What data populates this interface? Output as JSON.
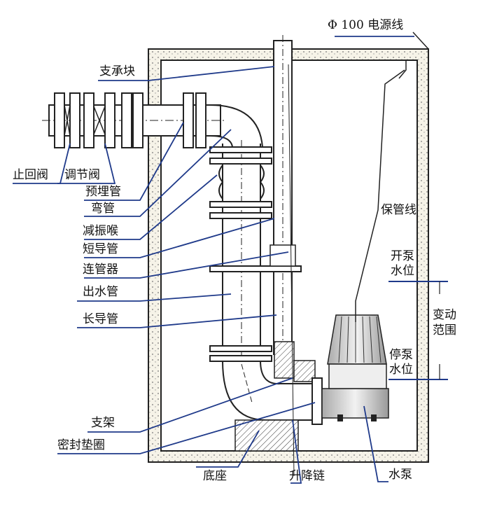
{
  "diagram": {
    "title": "潜水泵安装结构示意图",
    "labels": {
      "power_cable": "Φ 100 电源线",
      "support_block": "支承块",
      "check_valve": "止回阀",
      "regulating_valve": "调节阀",
      "embedded_pipe": "预埋管",
      "elbow_pipe": "弯管",
      "vibration_damper": "减振喉",
      "short_guide_pipe": "短导管",
      "pipe_connector": "连管器",
      "outlet_pipe": "出水管",
      "long_guide_pipe": "长导管",
      "bracket": "支架",
      "seal_ring": "密封垫圈",
      "base": "底座",
      "lifting_chain": "升降链",
      "water_pump": "水泵",
      "cable_protection": "保管线",
      "start_level_1": "开泵",
      "start_level_2": "水位",
      "range_1": "变动",
      "range_2": "范围",
      "stop_level_1": "停泵",
      "stop_level_2": "水位"
    },
    "colors": {
      "line": "#1a1a1a",
      "leader_blue": "#1f3a8a",
      "concrete": "#f4f1e6",
      "pump": "#dcdcdc"
    }
  }
}
